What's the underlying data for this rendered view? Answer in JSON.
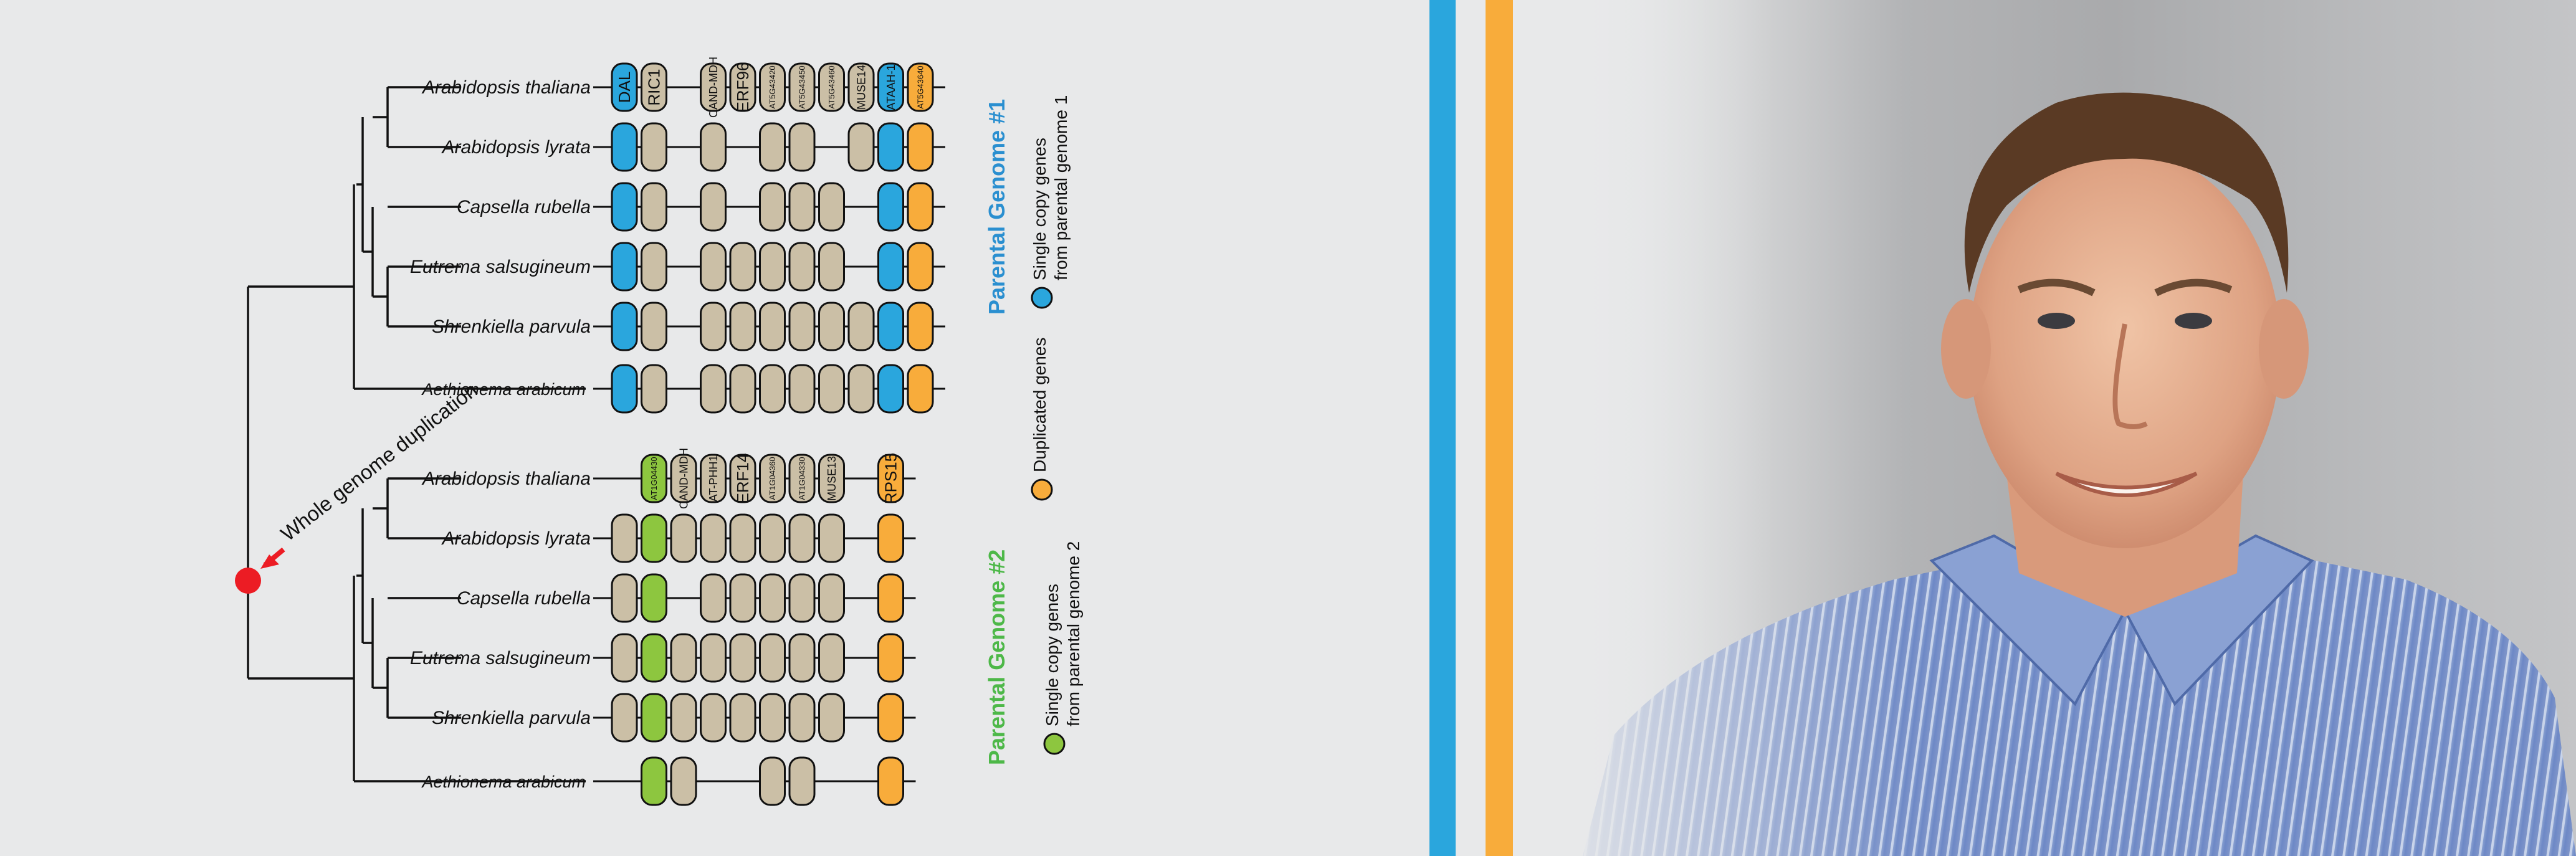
{
  "colors": {
    "blue": "#2aa6dd",
    "orange": "#f8ac3b",
    "green": "#8dc63f",
    "tan": "#cbbfa6",
    "red": "#ec1c24",
    "genome1_title": "#2a8fd0",
    "genome2_title": "#4db848"
  },
  "annotation": {
    "event": "Whole genome duplication"
  },
  "genome1": {
    "title": "Parental Genome #1",
    "species": [
      "Arabidopsis thaliana",
      "Arabidopsis lyrata",
      "Capsella rubella",
      "Eutrema salsugineum",
      "Shrenkiella parvula",
      "Aethionema arabicum"
    ],
    "gene_labels": [
      "DAL",
      "RIC1",
      "",
      "CAND-MDH",
      "ERF96",
      "AT5G43420",
      "AT5G43450",
      "AT5G43460",
      "MUSE14",
      "ATAAH-1",
      "AT5G43640"
    ],
    "gene_types": [
      "blue",
      "tan",
      "gap",
      "tan",
      "tan",
      "tan",
      "tan",
      "tan",
      "tan",
      "blue",
      "orange"
    ],
    "presence": [
      [
        1,
        1,
        0,
        1,
        1,
        1,
        1,
        1,
        1,
        1,
        1
      ],
      [
        1,
        1,
        0,
        1,
        0,
        1,
        1,
        0,
        1,
        1,
        1
      ],
      [
        1,
        1,
        0,
        1,
        0,
        1,
        1,
        1,
        0,
        1,
        1
      ],
      [
        1,
        1,
        0,
        1,
        1,
        1,
        1,
        1,
        0,
        1,
        1
      ],
      [
        1,
        1,
        0,
        1,
        1,
        1,
        1,
        1,
        1,
        1,
        1
      ],
      [
        1,
        1,
        0,
        1,
        1,
        1,
        1,
        1,
        1,
        1,
        1
      ]
    ]
  },
  "genome2": {
    "title": "Parental Genome #2",
    "species": [
      "Arabidopsis thaliana",
      "Arabidopsis lyrata",
      "Capsella rubella",
      "Eutrema salsugineum",
      "Shrenkiella parvula",
      "Aethionema arabicum"
    ],
    "gene_labels": [
      "",
      "AT1G04430",
      "CAND-MDH",
      "AT-PHH1",
      "ERF14",
      "AT1G04360",
      "AT1G04330",
      "MUSE13",
      "",
      "RPS15"
    ],
    "gene_types": [
      "tan",
      "green",
      "tan",
      "tan",
      "tan",
      "tan",
      "tan",
      "tan",
      "gap",
      "orange"
    ],
    "presence": [
      [
        0,
        1,
        1,
        1,
        1,
        1,
        1,
        1,
        0,
        1
      ],
      [
        1,
        1,
        1,
        1,
        1,
        1,
        1,
        1,
        0,
        1
      ],
      [
        1,
        1,
        0,
        1,
        1,
        1,
        1,
        1,
        0,
        1
      ],
      [
        1,
        1,
        1,
        1,
        1,
        1,
        1,
        1,
        0,
        1
      ],
      [
        1,
        1,
        1,
        1,
        1,
        1,
        1,
        1,
        0,
        1
      ],
      [
        0,
        1,
        1,
        0,
        0,
        1,
        1,
        0,
        0,
        1
      ]
    ]
  },
  "legend": {
    "single_copy_1": "Single copy genes\nfrom parental genome 1",
    "duplicated": "Duplicated genes",
    "single_copy_2": "Single copy genes\nfrom parental genome 2"
  },
  "photo": {
    "subject": "portrait of a smiling man in a blue striped shirt"
  }
}
